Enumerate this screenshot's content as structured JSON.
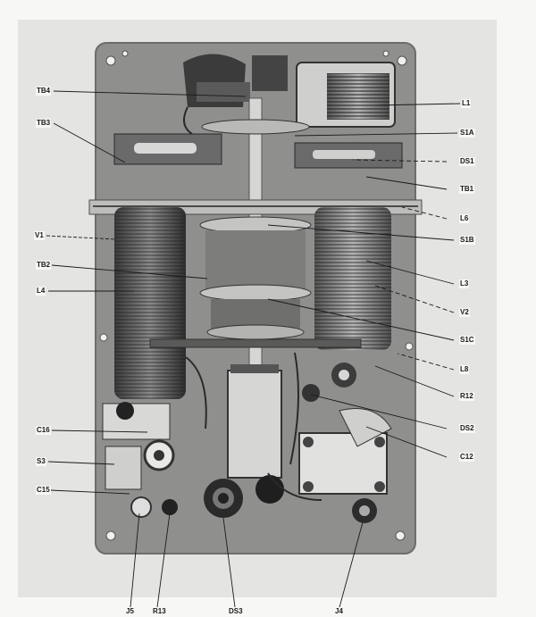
{
  "figure": {
    "labels_left": [
      "TB4",
      "TB3",
      "V1",
      "TB2",
      "L4",
      "C16",
      "S3",
      "C15"
    ],
    "labels_right": [
      "L1",
      "S1A",
      "DS1",
      "TB1",
      "L6",
      "S1B",
      "L3",
      "V2",
      "S1C",
      "L8",
      "R12",
      "DS2",
      "C12"
    ],
    "labels_bottom": [
      "J5",
      "R13",
      "DS3",
      "J4"
    ]
  },
  "colors": {
    "panel": "#8f8f8d",
    "paper": "#f7f7f5",
    "ink": "#1a1a1a"
  }
}
